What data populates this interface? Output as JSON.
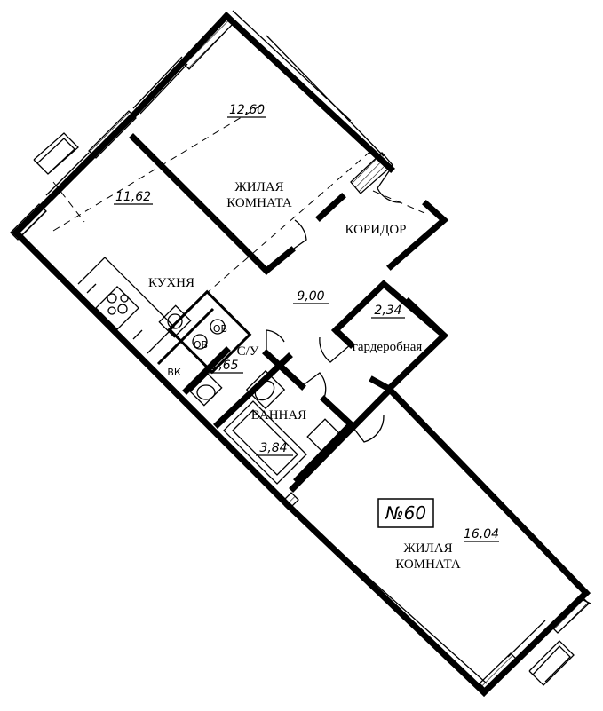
{
  "plan": {
    "apartment_number": "№60",
    "rooms": {
      "living_top": {
        "name_line1": "ЖИЛАЯ",
        "name_line2": "КОМНАТА",
        "area": "12,60"
      },
      "kitchen": {
        "name": "КУХНЯ",
        "area": "11,62"
      },
      "corridor": {
        "name": "КОРИДОР",
        "area": "9,00"
      },
      "wardrobe": {
        "name": "гардеробная",
        "area": "2,34"
      },
      "wc": {
        "name": "С/У",
        "area": "1,65"
      },
      "bathroom": {
        "name": "ВАННАЯ",
        "area": "3,84"
      },
      "living_bottom": {
        "name_line1": "ЖИЛАЯ",
        "name_line2": "КОМНАТА",
        "area": "16,04"
      }
    },
    "fixtures": {
      "riser_1": "ОВ",
      "riser_2": "ОВ",
      "water_riser": "ВК"
    }
  }
}
